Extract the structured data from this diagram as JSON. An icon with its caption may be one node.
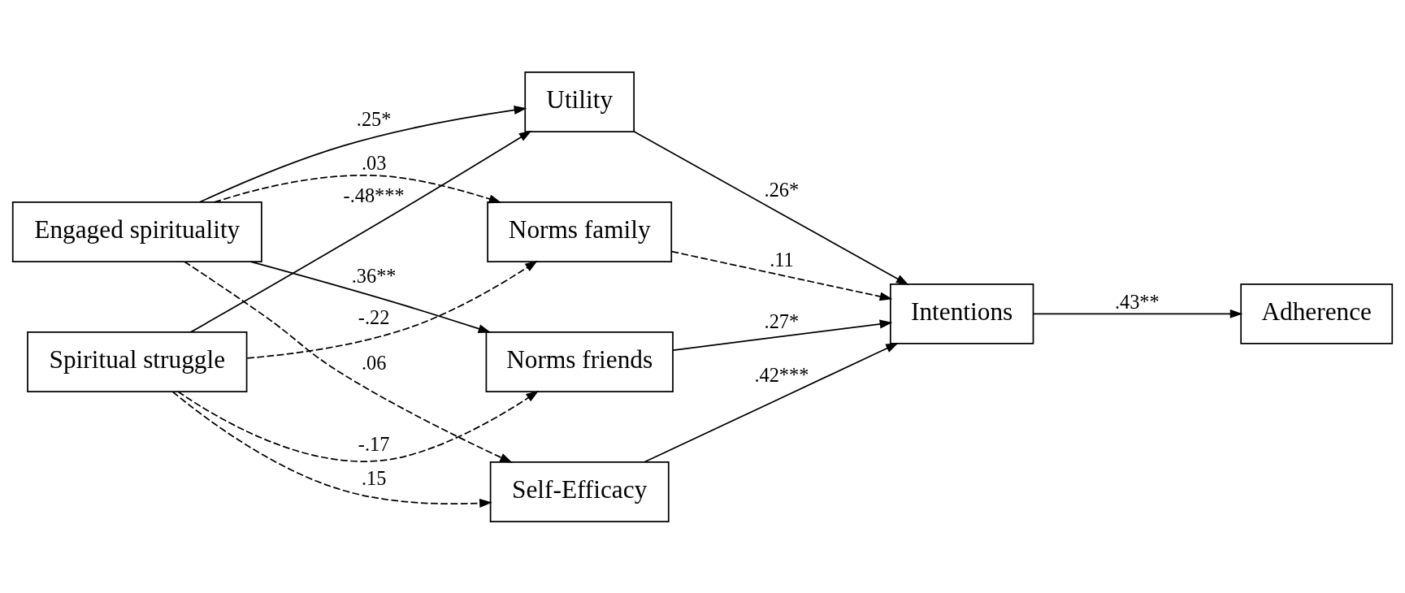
{
  "diagram": {
    "nodes": [
      {
        "text": [
          "Engaged spirituality"
        ]
      },
      {
        "text": [
          "Spiritual struggle"
        ]
      },
      {
        "text": [
          "Utility"
        ]
      },
      {
        "text": [
          "Norms family"
        ]
      },
      {
        "text": [
          "Norms friends"
        ]
      },
      {
        "text": [
          "Self-Efficacy"
        ]
      },
      {
        "text": [
          "Intentions"
        ]
      },
      {
        "text": [
          "Adherence"
        ]
      }
    ],
    "edges": [
      {
        "from": 0,
        "to": 2,
        "arrow": "to",
        "label": ".25*"
      },
      {
        "from": 1,
        "to": 2,
        "arrow": "to",
        "label": "-.48***"
      },
      {
        "from": 0,
        "to": 3,
        "arrow": "to",
        "label": ".03",
        "style": "dashed"
      },
      {
        "from": 1,
        "to": 3,
        "arrow": "to",
        "label": "-.22",
        "style": "dashed"
      },
      {
        "from": 0,
        "to": 4,
        "arrow": "to",
        "label": ".36**"
      },
      {
        "from": 1,
        "to": 4,
        "arrow": "to",
        "label": "-.17",
        "style": "dashed"
      },
      {
        "from": 0,
        "to": 5,
        "arrow": "to",
        "label": ".06",
        "style": "dashed"
      },
      {
        "from": 1,
        "to": 5,
        "arrow": "to",
        "label": ".15",
        "style": "dashed"
      },
      {
        "from": 2,
        "to": 6,
        "arrow": "to",
        "label": ".26*"
      },
      {
        "from": 3,
        "to": 6,
        "arrow": "to",
        "label": ".11",
        "style": "dashed"
      },
      {
        "from": 4,
        "to": 6,
        "arrow": "to",
        "label": ".27*"
      },
      {
        "from": 5,
        "to": 6,
        "arrow": "to",
        "label": ".42***"
      },
      {
        "from": 6,
        "to": 7,
        "arrow": "to",
        "label": ".43**"
      }
    ]
  }
}
